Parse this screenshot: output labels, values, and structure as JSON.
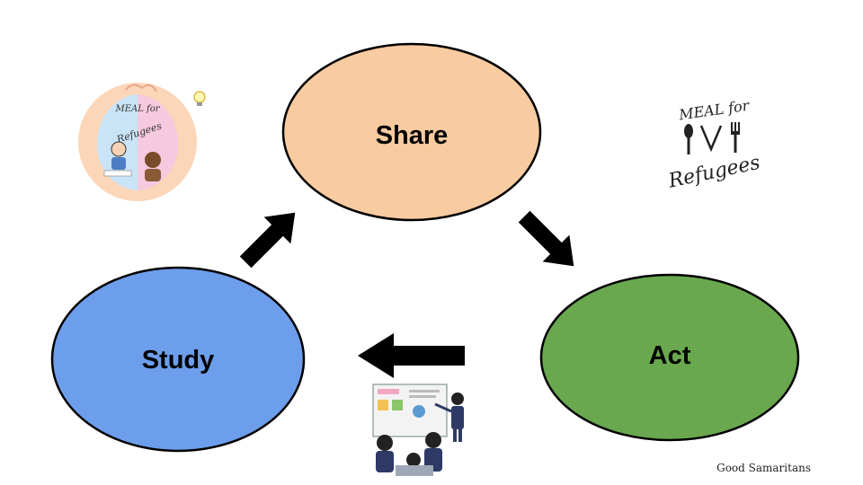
{
  "nodes": {
    "share": {
      "label": "Share",
      "color": "#f8cba0"
    },
    "act": {
      "label": "Act",
      "color": "#6aa84f"
    },
    "study": {
      "label": "Study",
      "color": "#6d9eeb"
    }
  },
  "logo": {
    "line1": "MEAL for",
    "line2": "Refugees"
  },
  "badge": {
    "line1": "MEAL for",
    "line2": "Refugees"
  },
  "footer": {
    "text": "Good Samaritans"
  },
  "icons": [
    "meal-for-refugees-badge-icon",
    "meal-for-refugees-logo-icon",
    "presentation-illustration-icon",
    "arrow-icon"
  ]
}
